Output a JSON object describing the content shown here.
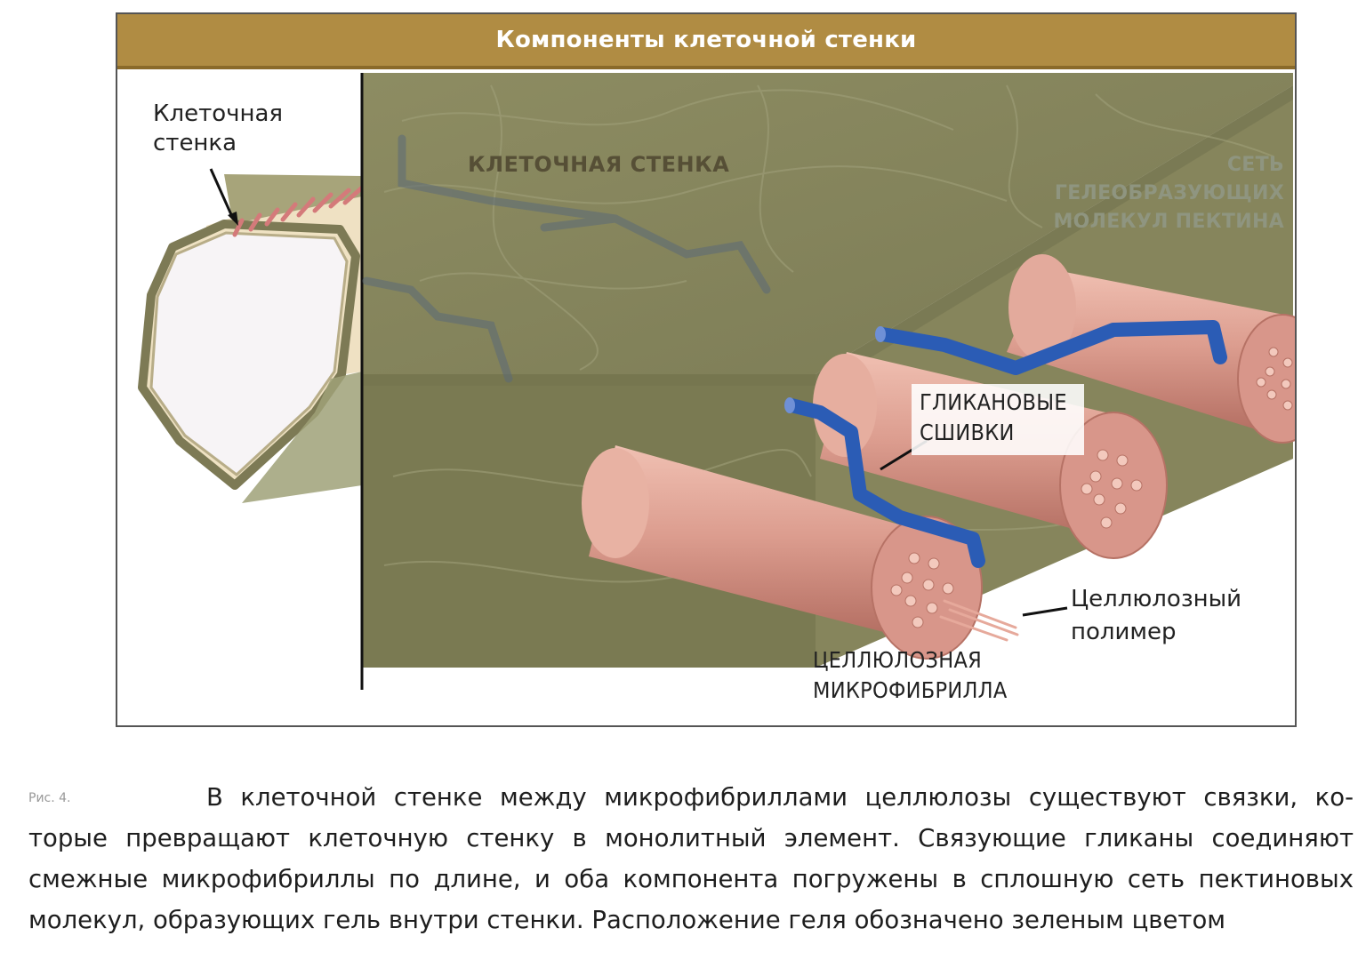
{
  "figure": {
    "title": "Компоненты клеточной стенки",
    "labels": {
      "cell_wall_callout": [
        "Клеточная",
        "стенка"
      ],
      "inner_cell_wall": "КЛЕТОЧНАЯ СТЕНКА",
      "pectin_network": [
        "СЕТЬ",
        "ГЕЛЕОБРАЗУЮЩИХ",
        "МОЛЕКУЛ ПЕКТИНА"
      ],
      "glycan_crosslinks": [
        "ГЛИКАНОВЫЕ",
        "СШИВКИ"
      ],
      "cellulose_polymer": [
        "Целлюлозный",
        "полимер"
      ],
      "cellulose_microfibril": [
        "ЦЕЛЛЮЛОЗНАЯ",
        "МИКРОФИБРИЛЛА"
      ]
    },
    "colors": {
      "header": "#b08c43",
      "gel": "#7d7d56",
      "microfibril": "#d99a8c",
      "glycan": "#2b5cb5"
    }
  },
  "caption": {
    "marker": "Рис. 4.",
    "lines": [
      "В клеточной стенке между микрофибриллами целлюлозы существуют связки, ко-",
      "торые превращают клеточную стенку в монолитный элемент. Связующие гликаны соединяют",
      "смежные микрофибриллы по длине, и оба компонента погружены в сплошную сеть пектиновых",
      "молекул, образующих гель внутри стенки. Расположение геля обозначено зеленым цветом"
    ]
  }
}
